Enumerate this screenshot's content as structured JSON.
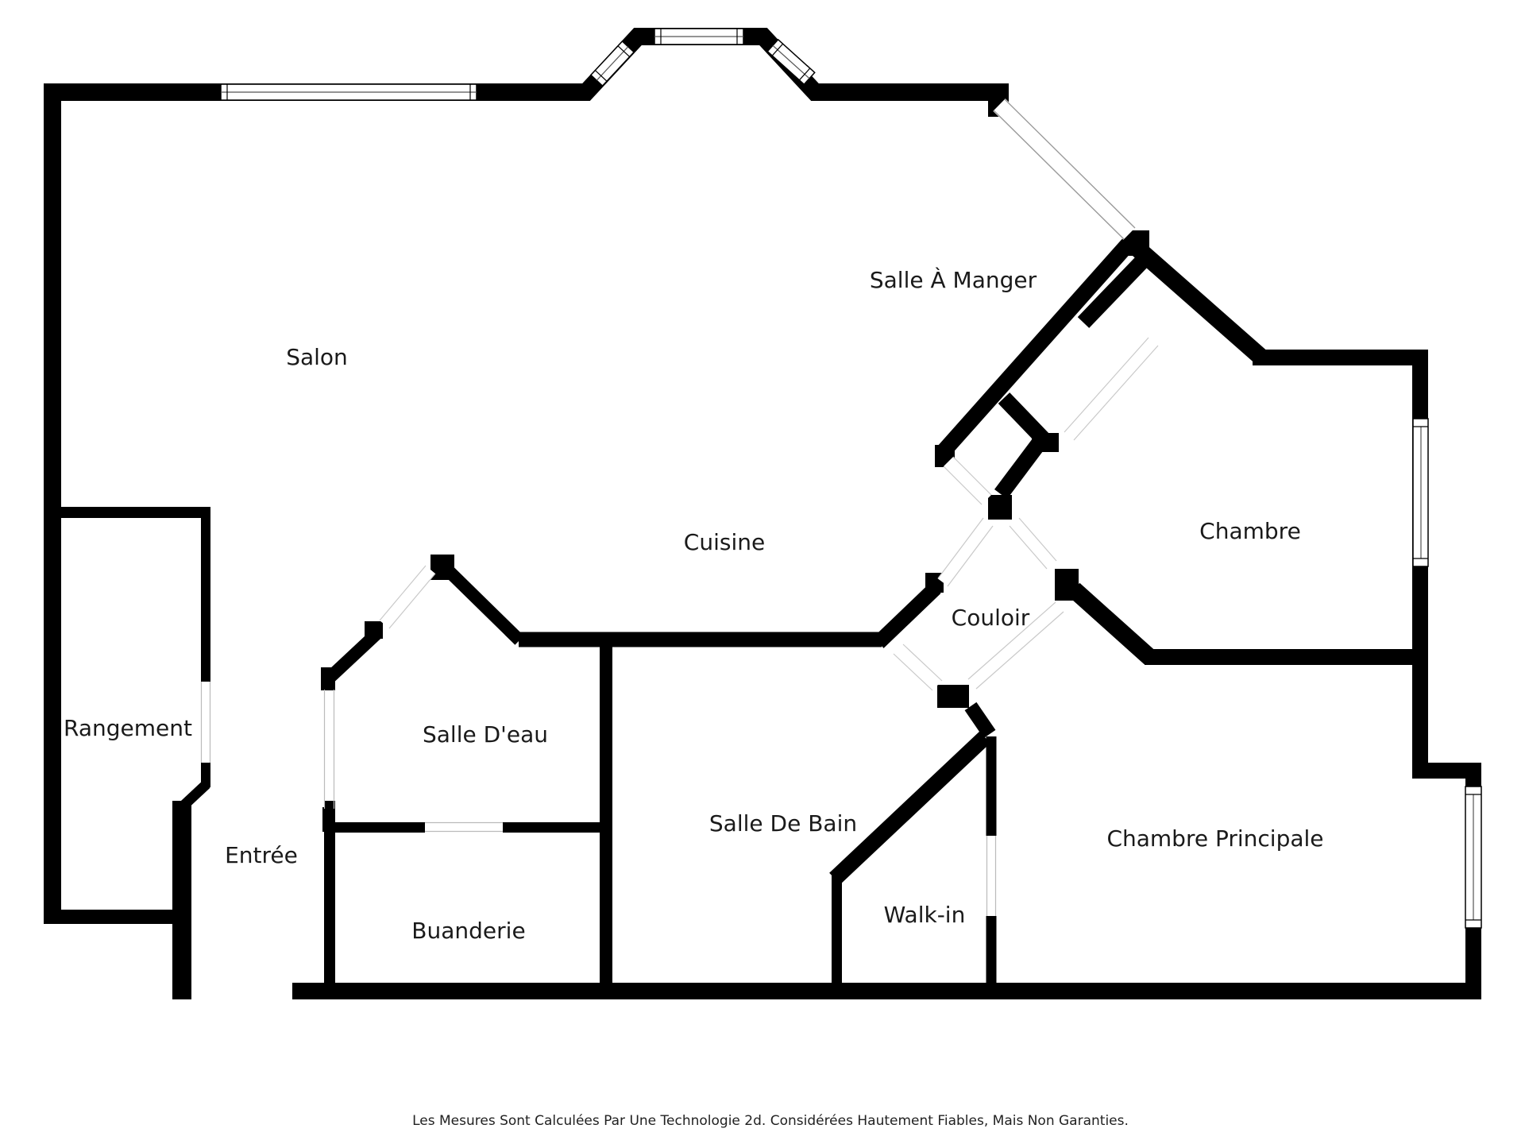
{
  "plan": {
    "rooms": [
      {
        "id": "salon",
        "label": "Salon"
      },
      {
        "id": "salle-a-manger",
        "label": "Salle À Manger"
      },
      {
        "id": "chambre",
        "label": "Chambre"
      },
      {
        "id": "cuisine",
        "label": "Cuisine"
      },
      {
        "id": "couloir",
        "label": "Couloir"
      },
      {
        "id": "rangement",
        "label": "Rangement"
      },
      {
        "id": "salle-deau",
        "label": "Salle D'eau"
      },
      {
        "id": "entree",
        "label": "Entrée"
      },
      {
        "id": "buanderie",
        "label": "Buanderie"
      },
      {
        "id": "salle-de-bain",
        "label": "Salle De Bain"
      },
      {
        "id": "walk-in",
        "label": "Walk-in"
      },
      {
        "id": "chambre-principale",
        "label": "Chambre Principale"
      }
    ],
    "footer": {
      "disclaimer": "Les Mesures Sont Calculées Par Une Technologie 2d. Considérées Hautement Fiables, Mais Non Garanties."
    },
    "colors": {
      "wall": "#000000",
      "background": "#ffffff",
      "label": "#1a1a1a",
      "opening_line": "#9a9a9a",
      "window_line": "#555555"
    }
  }
}
